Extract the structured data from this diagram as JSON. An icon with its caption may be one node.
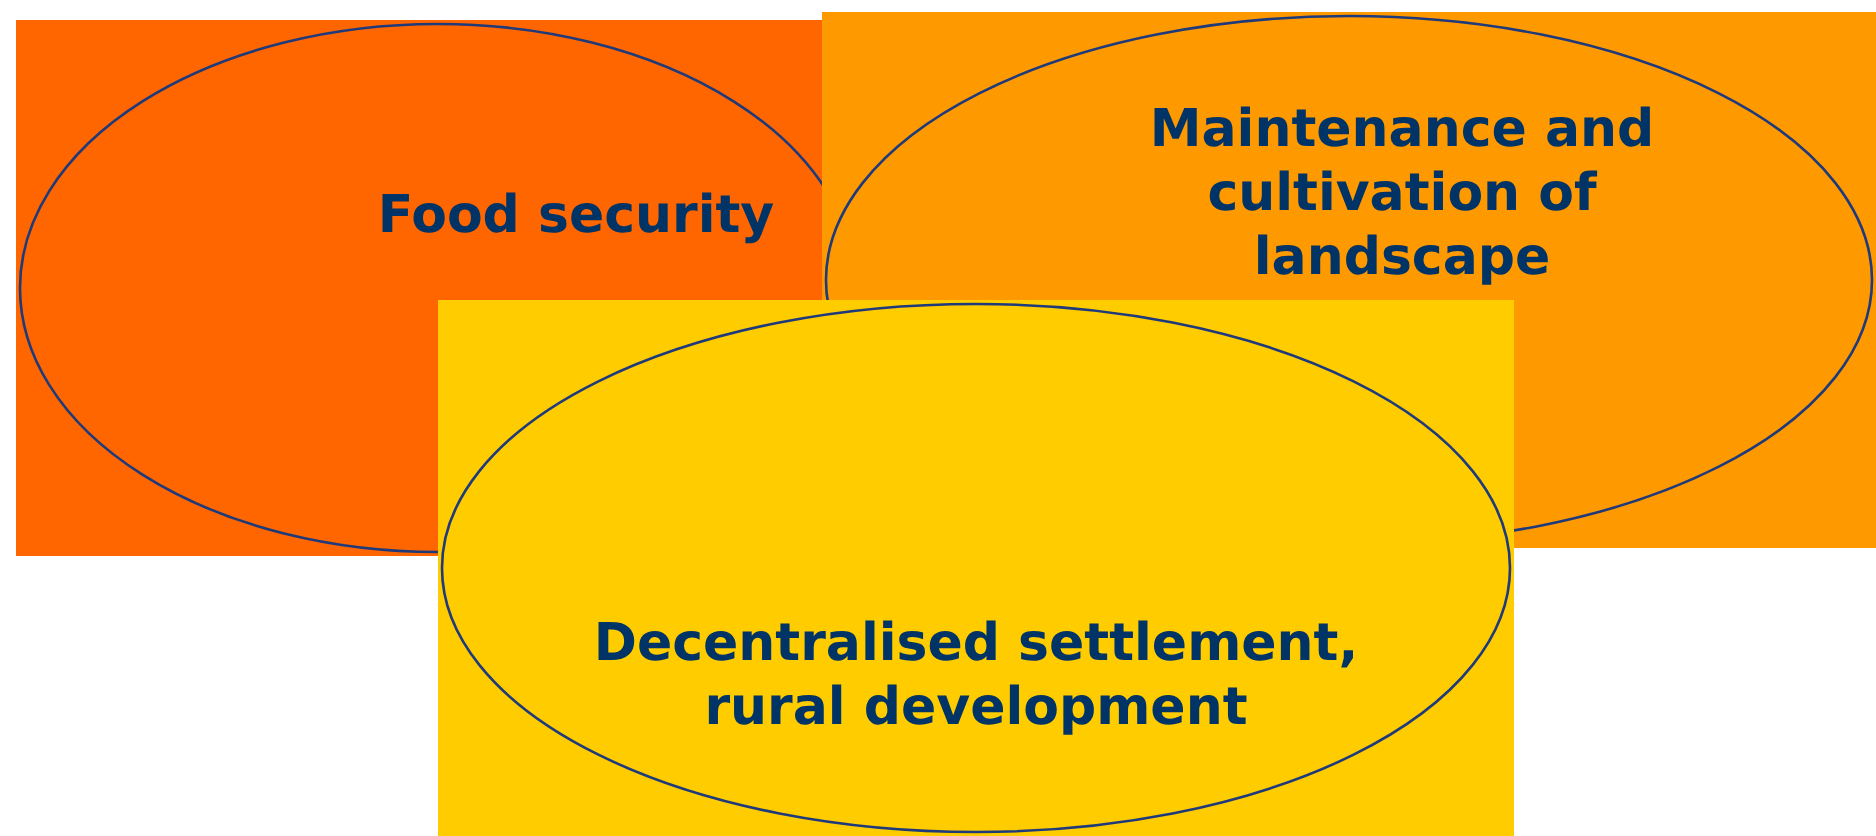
{
  "diagram": {
    "nodes": [
      {
        "text": [
          "Food security"
        ]
      },
      {
        "text": [
          "Maintenance and cultivation of landscape"
        ]
      },
      {
        "text": [
          "Decentralised settlement, rural development"
        ]
      }
    ]
  }
}
